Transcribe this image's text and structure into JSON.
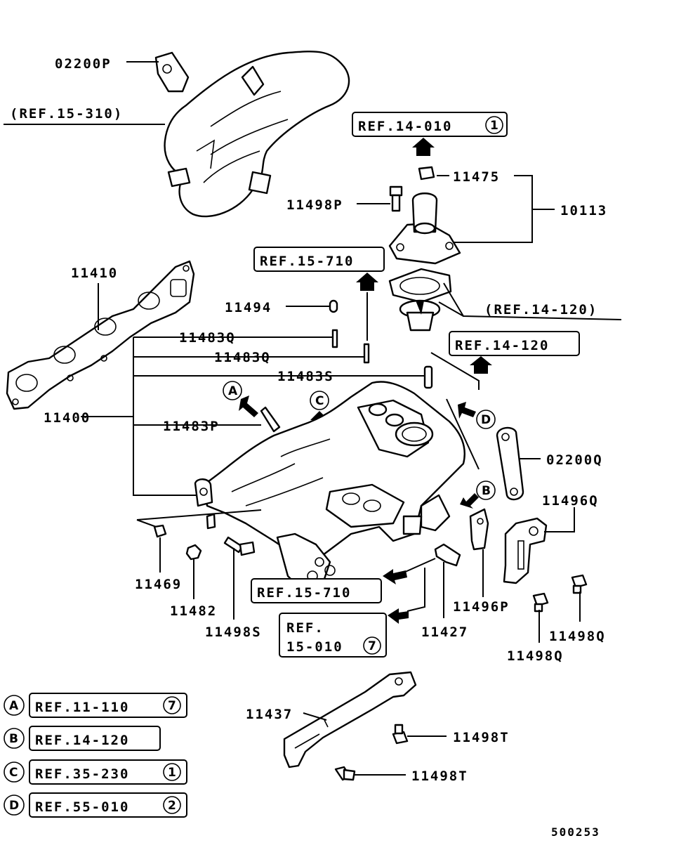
{
  "labels": {
    "p02200P": "02200P",
    "ref15_310": "(REF.15-310)",
    "p11475": "11475",
    "p11498P": "11498P",
    "p10113": "10113",
    "p11410": "11410",
    "p11494": "11494",
    "ref14_120_paren": "(REF.14-120)",
    "p11483Q_a": "11483Q",
    "p11483Q_b": "11483Q",
    "p11483S": "11483S",
    "p11400": "11400",
    "p11483P": "11483P",
    "p02200Q": "02200Q",
    "p11496Q": "11496Q",
    "p11469": "11469",
    "p11482": "11482",
    "p11498S": "11498S",
    "p11427": "11427",
    "p11496P": "11496P",
    "p11498Q_a": "11498Q",
    "p11498Q_b": "11498Q",
    "p11437": "11437",
    "p11498T_a": "11498T",
    "p11498T_b": "11498T",
    "code": "500253"
  },
  "refs": {
    "r14_010": "REF.14-010",
    "r14_010_n": "1",
    "r15_710_top": "REF.15-710",
    "r14_120_box": "REF.14-120",
    "r15_710_bot": "REF.15-710",
    "r15_010_l1": "REF.",
    "r15_010_l2": "15-010",
    "r15_010_n": "7"
  },
  "markers": {
    "A": "A",
    "B": "B",
    "C": "C",
    "D": "D"
  },
  "legend": [
    {
      "key": "A",
      "ref": "REF.11-110",
      "num": "7"
    },
    {
      "key": "B",
      "ref": "REF.14-120",
      "num": ""
    },
    {
      "key": "C",
      "ref": "REF.35-230",
      "num": "1"
    },
    {
      "key": "D",
      "ref": "REF.55-010",
      "num": "2"
    }
  ]
}
